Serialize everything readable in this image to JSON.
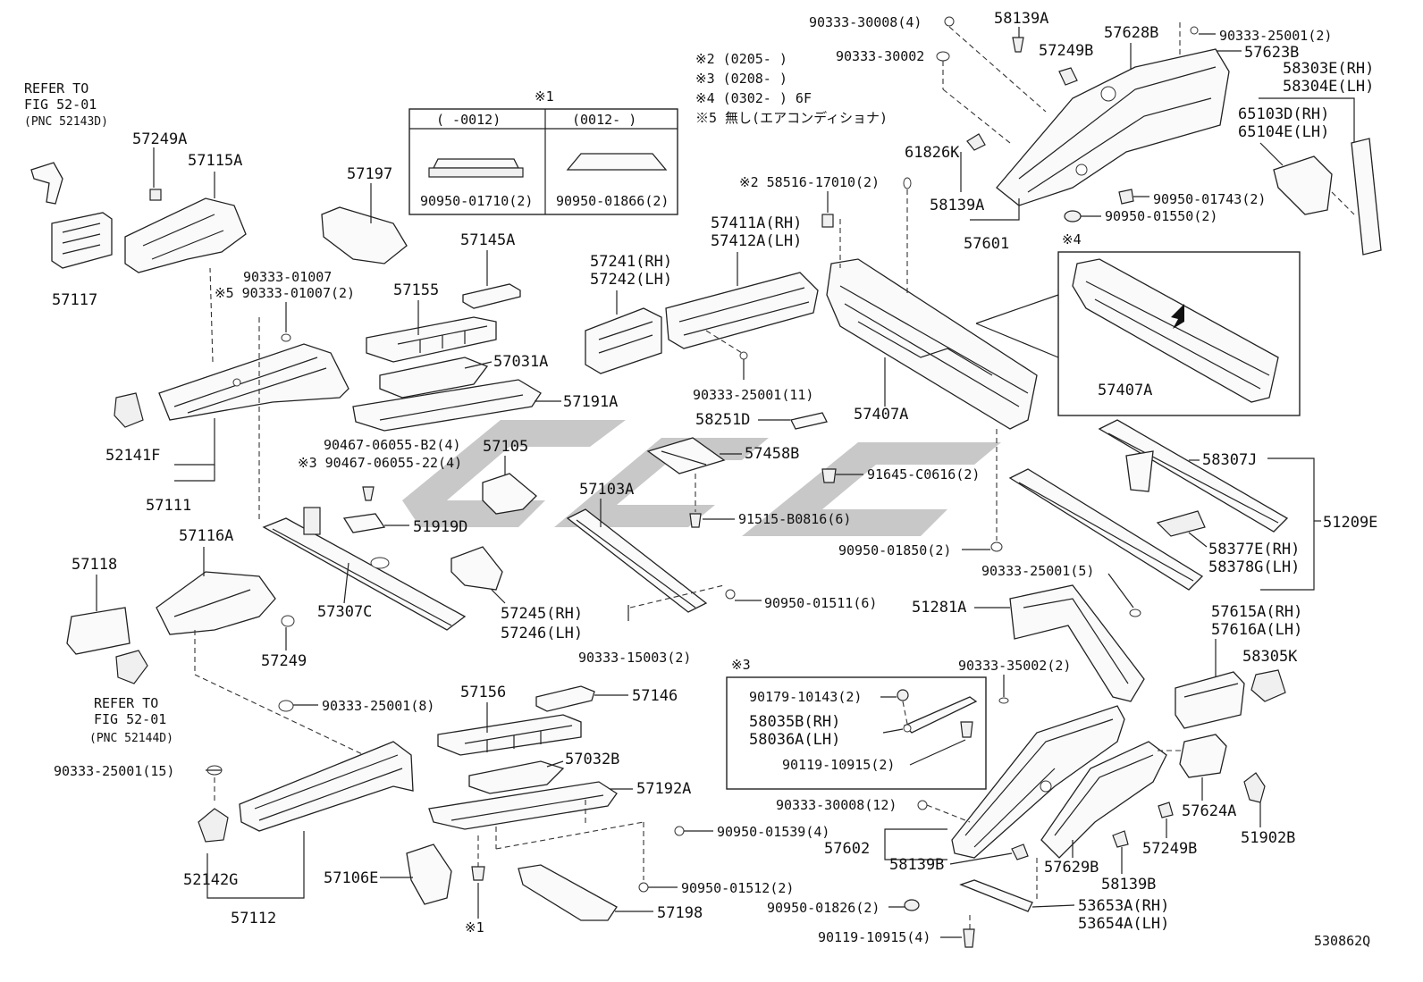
{
  "diagram_id": "530862Q",
  "labels": {
    "refer_a_1": "REFER TO",
    "refer_a_2": "FIG 52-01",
    "refer_a_3": "(PNC 52143D)",
    "refer_b_1": "REFER TO",
    "refer_b_2": "FIG 52-01",
    "refer_b_3": "(PNC 52144D)",
    "p57249A": "57249A",
    "p57115A": "57115A",
    "p57117": "57117",
    "p57197": "57197",
    "p90333_01007": "90333-01007",
    "p90333_01007_2": "※5 90333-01007(2)",
    "p57155": "57155",
    "p57145A": "57145A",
    "p57031A": "57031A",
    "p57191A": "57191A",
    "p52141F": "52141F",
    "p57111": "57111",
    "p90467_b2": "90467-06055-B2(4)",
    "p90467_22": "※3 90467-06055-22(4)",
    "p57105": "57105",
    "p51919D": "51919D",
    "p57307C": "57307C",
    "p57245": "57245(RH)",
    "p57246": "57246(LH)",
    "p57103A": "57103A",
    "p90333_15003": "90333-15003(2)",
    "p90950_01511": "90950-01511(6)",
    "p57116A": "57116A",
    "p57118": "57118",
    "p57249": "57249",
    "p90333_25001_8": "90333-25001(8)",
    "p90333_25001_15": "90333-25001(15)",
    "p52142G": "52142G",
    "p57112": "57112",
    "p57106E": "57106E",
    "p57156": "57156",
    "p57146": "57146",
    "p57032B": "57032B",
    "p57192A": "57192A",
    "p90950_01539": "90950-01539(4)",
    "p90950_01512": "90950-01512(2)",
    "p57198": "57198",
    "mark1": "※1",
    "inset1_title": "※1",
    "inset1_col1": "(   -0012)",
    "inset1_col2": "(0012-   )",
    "inset1_pn1": "90950-01710(2)",
    "inset1_pn2": "90950-01866(2)",
    "note2": "※2 (0205-     )",
    "note3": "※3 (0208-     )",
    "note4": "※4 (0302-     ) 6F",
    "note5": "※5 無し(エアコンディショナ)",
    "p90333_30008_4": "90333-30008(4)",
    "p90333_30002": "90333-30002",
    "p58139A_top": "58139A",
    "p57249B_top": "57249B",
    "p57628B": "57628B",
    "p90333_25001_2": "90333-25001(2)",
    "p57623B": "57623B",
    "p58303E": "58303E(RH)",
    "p58304E": "58304E(LH)",
    "p65103D": "65103D(RH)",
    "p65104E": "65104E(LH)",
    "p61826K": "61826K",
    "p58516": "※2 58516-17010(2)",
    "p58139A": "58139A",
    "p90950_01743": "90950-01743(2)",
    "p90950_01550": "90950-01550(2)",
    "p57601": "57601",
    "mark4": "※4",
    "p57411A": "57411A(RH)",
    "p57412A": "57412A(LH)",
    "p57241": "57241(RH)",
    "p57242": "57242(LH)",
    "p90333_25001_11": "90333-25001(11)",
    "p57407A": "57407A",
    "p57407A_inset": "57407A",
    "p58251D": "58251D",
    "p57458B": "57458B",
    "p91645": "91645-C0616(2)",
    "p91515": "91515-B0816(6)",
    "p90950_01850": "90950-01850(2)",
    "p58307J": "58307J",
    "p51209E": "51209E",
    "p58377E": "58377E(RH)",
    "p58378G": "58378G(LH)",
    "p90333_25001_5": "90333-25001(5)",
    "p51281A": "51281A",
    "p57615A": "57615A(RH)",
    "p57616A": "57616A(LH)",
    "p58305K": "58305K",
    "mark3": "※3",
    "p90333_35002": "90333-35002(2)",
    "p90179": "90179-10143(2)",
    "p58035B": "58035B(RH)",
    "p58036A": "58036A(LH)",
    "p90119_2": "90119-10915(2)",
    "p90333_30008_12": "90333-30008(12)",
    "p57602": "57602",
    "p58139B": "58139B",
    "p57629B": "57629B",
    "p57249B": "57249B",
    "p58139B_r": "58139B",
    "p57624A": "57624A",
    "p51902B": "51902B",
    "p90950_01826": "90950-01826(2)",
    "p53653A": "53653A(RH)",
    "p53654A": "53654A(LH)",
    "p90119_4": "90119-10915(4)"
  }
}
